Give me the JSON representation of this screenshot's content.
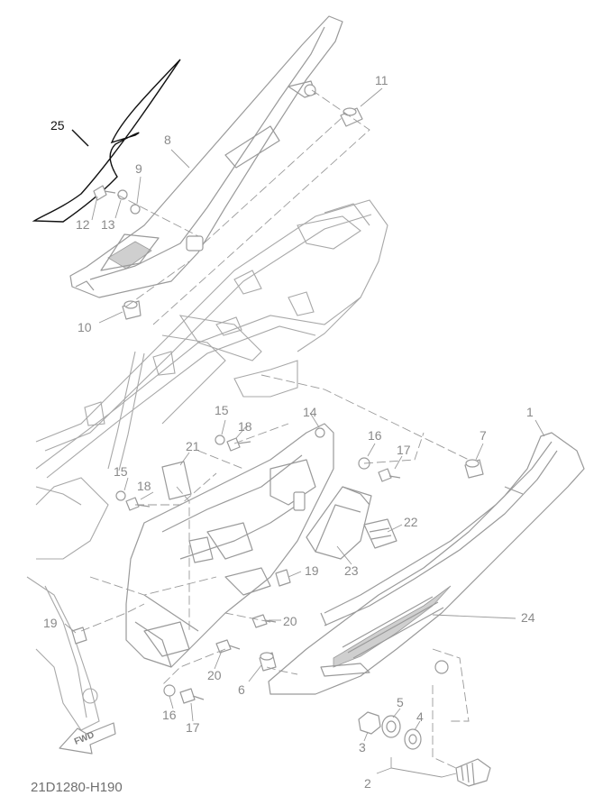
{
  "diagram_code": "21D1280-H190",
  "fwd_label": "FWD",
  "callouts": {
    "c1": "1",
    "c2": "2",
    "c3": "3",
    "c4": "4",
    "c5": "5",
    "c6": "6",
    "c7": "7",
    "c8": "8",
    "c9": "9",
    "c10": "10",
    "c11": "11",
    "c12": "12",
    "c13": "13",
    "c14": "14",
    "c15a": "15",
    "c15b": "15",
    "c16a": "16",
    "c16b": "16",
    "c17a": "17",
    "c17b": "17",
    "c18a": "18",
    "c18b": "18",
    "c19a": "19",
    "c19b": "19",
    "c20a": "20",
    "c20b": "20",
    "c21": "21",
    "c22": "22",
    "c23": "23",
    "c24": "24",
    "c25": "25"
  },
  "colors": {
    "line": "#9a9a9a",
    "label": "#8a8a8a",
    "highlight": "#111111",
    "background": "#ffffff"
  }
}
